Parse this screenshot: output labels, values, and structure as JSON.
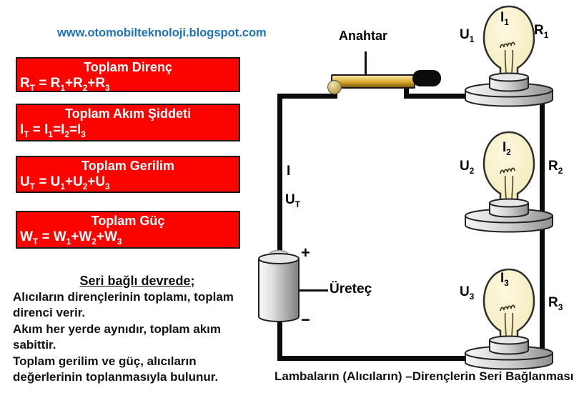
{
  "site_link": "www.otomobilteknoloji.blogspot.com",
  "formula_boxes": [
    {
      "title": "Toplam Direnç",
      "sym": "R",
      "sub_t": "T",
      "eq": " = ",
      "s1": "1",
      "op1": "+",
      "s2": "2",
      "op2": "+",
      "s3": "3"
    },
    {
      "title": "Toplam Akım Şiddeti",
      "sym": "I",
      "sub_t": "T",
      "eq": " = ",
      "s1": "1",
      "op1": "=",
      "s2": "2",
      "op2": "=",
      "s3": "3"
    },
    {
      "title": "Toplam Gerilim",
      "sym": "U",
      "sub_t": "T",
      "eq": " = ",
      "s1": "1",
      "op1": "+",
      "s2": "2",
      "op2": "+",
      "s3": "3"
    },
    {
      "title": "Toplam Güç",
      "sym": "W",
      "sub_t": "T",
      "eq": " = ",
      "s1": "1",
      "op1": "+",
      "s2": "2",
      "op2": "+",
      "s3": "3"
    }
  ],
  "notes": {
    "heading": "Seri bağlı devrede;",
    "lines": [
      "Alıcıların dirençlerinin toplamı, toplam direnci verir.",
      "Akım her yerde aynıdır, toplam akım sabittir.",
      "Toplam gerilim ve güç, alıcıların değerlerinin toplanmasıyla bulunur."
    ]
  },
  "circuit": {
    "switch_label": "Anahtar",
    "source_label": "Üreteç",
    "current_label": "I",
    "total_voltage": {
      "t": "U",
      "s": "T"
    },
    "plus_sign": "+",
    "minus_sign": "−",
    "lamps": [
      {
        "u": {
          "t": "U",
          "s": "1"
        },
        "i": {
          "t": "I",
          "s": "1"
        },
        "r": {
          "t": "R",
          "s": "1"
        }
      },
      {
        "u": {
          "t": "U",
          "s": "2"
        },
        "i": {
          "t": "I",
          "s": "2"
        },
        "r": {
          "t": "R",
          "s": "2"
        }
      },
      {
        "u": {
          "t": "U",
          "s": "3"
        },
        "i": {
          "t": "I",
          "s": "3"
        },
        "r": {
          "t": "R",
          "s": "3"
        }
      }
    ],
    "caption": "Lambaların (Alıcıların) –Dirençlerin  Seri Bağlanması"
  },
  "colors": {
    "box_red": "#fb0400",
    "link_blue": "#1c73b9",
    "wire_black": "#0a0a0a",
    "switch_gold": "#d9a82c",
    "bulb_cream": "#f6eec2"
  }
}
